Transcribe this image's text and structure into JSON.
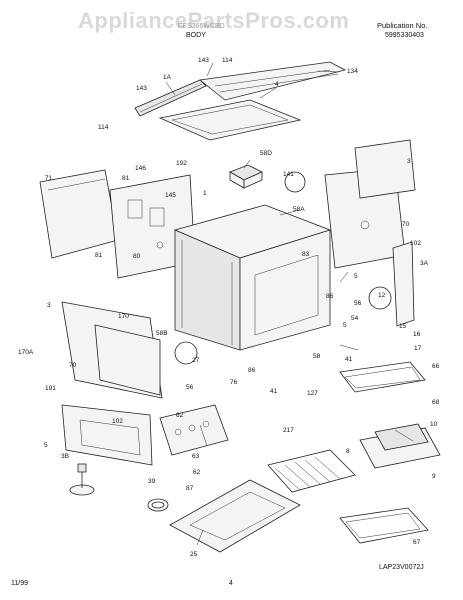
{
  "watermark": "AppliancePartsPros.com",
  "header": {
    "model": "FES366WCBD",
    "section": "BODY",
    "publication_label": "Publication No.",
    "publication_number": "5995330403"
  },
  "footer": {
    "date": "11/99",
    "page": "4",
    "figure_code": "LAP23V0072J"
  },
  "callouts": [
    "143",
    "114",
    "1A",
    "4",
    "134",
    "143",
    "114",
    "71",
    "81",
    "146",
    "192",
    "145",
    "1",
    "58D",
    "141",
    "3",
    "58A",
    "70",
    "102",
    "3A",
    "83",
    "81",
    "80",
    "5",
    "3",
    "170",
    "58B",
    "27",
    "5",
    "86",
    "12",
    "56",
    "54",
    "15",
    "16",
    "17",
    "170A",
    "70",
    "191",
    "56",
    "41",
    "58",
    "66",
    "76",
    "86",
    "127",
    "68",
    "10",
    "41",
    "102",
    "62",
    "217",
    "5",
    "3B",
    "63",
    "8",
    "9",
    "62",
    "87",
    "39",
    "67",
    "25"
  ]
}
